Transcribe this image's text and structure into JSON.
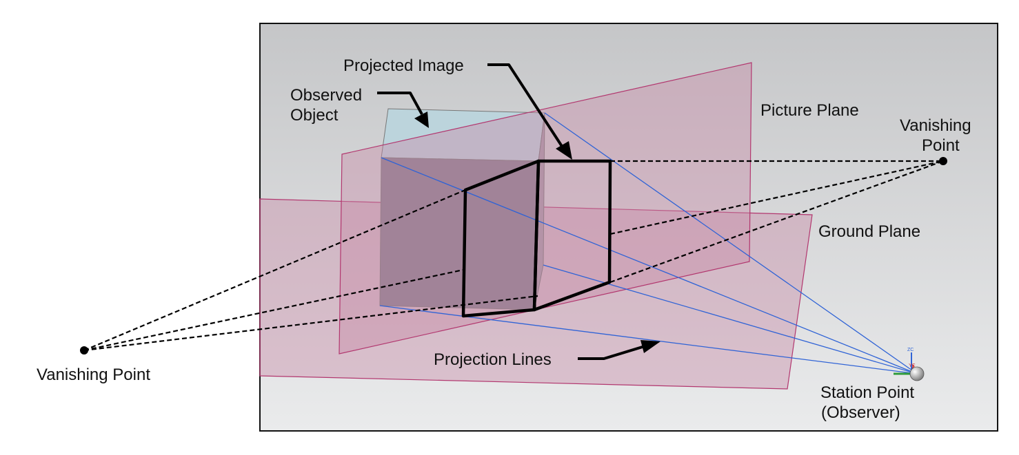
{
  "labels": {
    "projected_image": "Projected Image",
    "observed_object_line1": "Observed",
    "observed_object_line2": "Object",
    "picture_plane": "Picture Plane",
    "vanishing_point_right_line1": "Vanishing",
    "vanishing_point_right_line2": "Point",
    "ground_plane": "Ground Plane",
    "vanishing_point_left": "Vanishing Point",
    "projection_lines": "Projection Lines",
    "station_point_line1": "Station Point",
    "station_point_line2": "(Observer)",
    "triad_z": "ZC",
    "triad_y": "YC"
  },
  "colors": {
    "plane_fill": "#c98aa6",
    "plane_edge": "#b2366e",
    "projection_line": "#2f63d6",
    "cube_front": "#857f8d",
    "cube_top": "#bcd4dc",
    "cube_side": "#a59aa8",
    "outline": "#000000",
    "viewport_bg_top": "#c5c6c8",
    "viewport_bg_bottom": "#eaebec"
  }
}
